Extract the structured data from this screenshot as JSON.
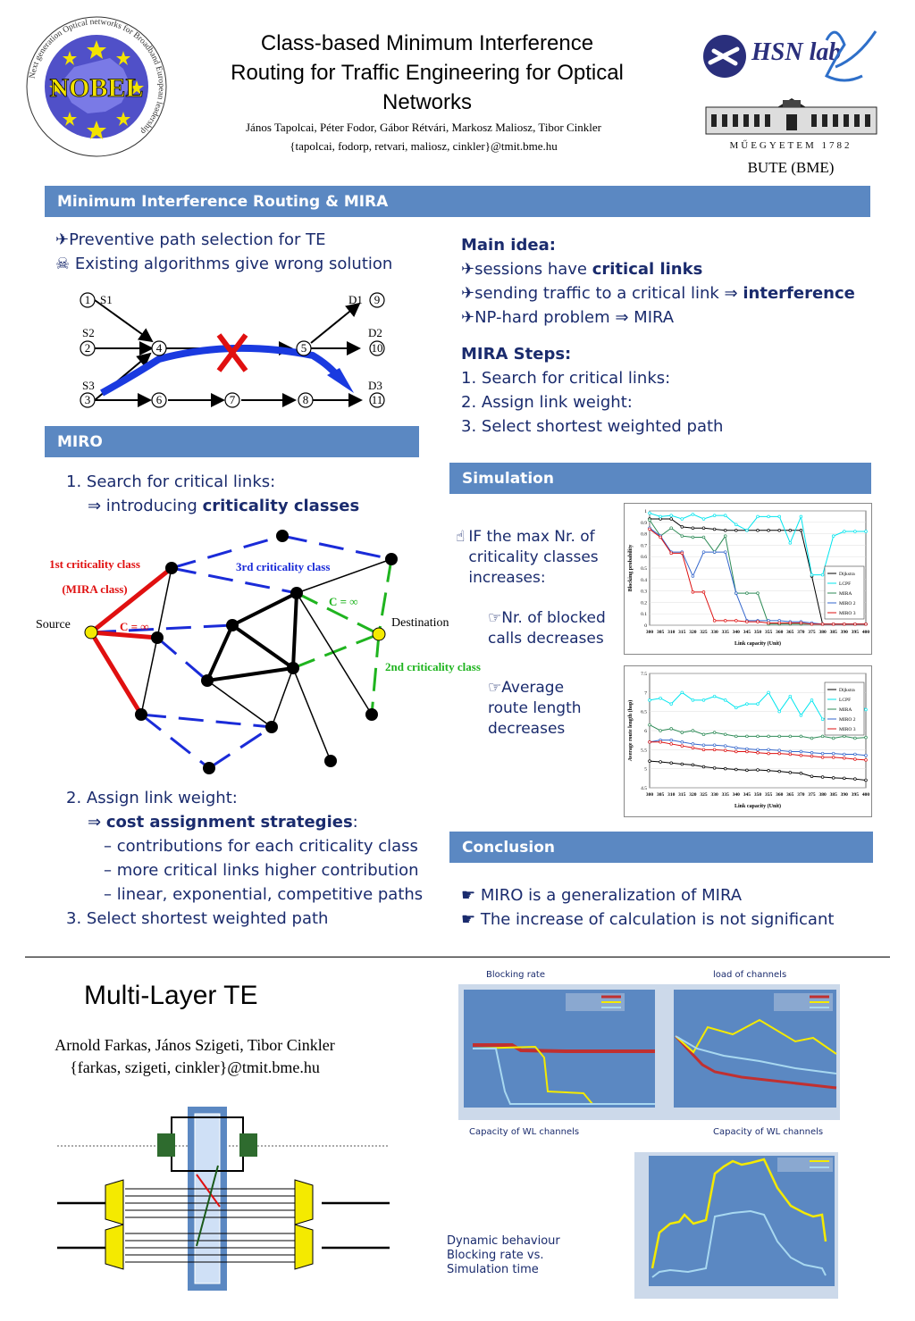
{
  "header": {
    "title_lines": [
      "Class-based Minimum Interference",
      "Routing for Traffic Engineering for Optical",
      "Networks"
    ],
    "authors": "János Tapolcai, Péter Fodor, Gábor Rétvári, Markosz Maliosz, Tibor Cinkler",
    "emails": "{tapolcai, fodorp, retvari, maliosz, cinkler}@tmit.bme.hu",
    "affiliation": "BUTE (BME)",
    "logo_left_text": "NOBEL",
    "logo_left_ring": "Next generation Optical networks for Broadband European leadership",
    "logo_right_top": "HSN lab",
    "logo_right_bottom": "MŰEGYETEM 1782",
    "accent_color": "#5b88c2",
    "text_color": "#1a2b6d"
  },
  "sections": {
    "mir": {
      "title": "Minimum Interference Routing & MIRA",
      "bullets": [
        {
          "icon": "airplane-icon",
          "text": "Preventive path selection for TE"
        },
        {
          "icon": "skull-icon",
          "text": "Existing algorithms give wrong solution"
        }
      ],
      "main_idea_title": "Main idea:",
      "main_idea": [
        {
          "pre": "sessions have ",
          "bold": "critical links",
          "post": ""
        },
        {
          "pre": "sending traffic to a critical link  ⇒  ",
          "bold": "interference",
          "post": ""
        },
        {
          "pre": "NP-hard problem ⇒ MIRA",
          "bold": "",
          "post": ""
        }
      ],
      "steps_title": "MIRA Steps:",
      "steps": [
        "1. Search for critical links:",
        "2. Assign link weight:",
        "3. Select shortest weighted path"
      ],
      "graph_labels": {
        "nodes": [
          "1",
          "2",
          "3",
          "4",
          "5",
          "6",
          "7",
          "8",
          "9",
          "10",
          "11"
        ],
        "s1": "S1",
        "s2": "S2",
        "s3": "S3",
        "d1": "D1",
        "d2": "D2",
        "d3": "D3"
      }
    },
    "miro": {
      "title": "MIRO",
      "step1": "1. Search for critical links:",
      "step1_sub_pre": "⇒ introducing ",
      "step1_sub_bold": "criticality classes",
      "step2": "2. Assign link weight:",
      "step2_sub_pre": "⇒ ",
      "step2_sub_bold": "cost assignment strategies",
      "step2_sub_post": ":",
      "dash_items": [
        "– contributions for each criticality class",
        "– more critical links higher contribution",
        "– linear, exponential, competitive paths"
      ],
      "step3": "3. Select shortest weighted path",
      "diagram": {
        "class1": "1st criticality class",
        "class1b": "(MIRA class)",
        "class2": "2nd criticality class",
        "class3": "3rd criticality class",
        "c_inf": "C = ∞",
        "source": "Source",
        "destination": "Destination"
      }
    },
    "simulation": {
      "title": "Simulation",
      "text1": "IF the max Nr. of criticality classes increases:",
      "text2": "Nr. of blocked calls decreases",
      "text3": "Average route length decreases"
    },
    "conclusion": {
      "title": "Conclusion",
      "items": [
        "MIRO is a generalization of MIRA",
        "The increase of calculation is not significant"
      ]
    },
    "mlte": {
      "title": "Multi-Layer TE",
      "authors": "Arnold Farkas, János Szigeti, Tibor Cinkler",
      "emails": "{farkas, szigeti, cinkler}@tmit.bme.hu",
      "blocking_rate_title": "Blocking rate",
      "load_title": "load of channels",
      "xlabel1": "Capacity of WL channels",
      "xlabel2": "Capacity of WL channels",
      "dynamic_caption": [
        "Dynamic behaviour",
        "Blocking rate vs.",
        "Simulation time"
      ]
    }
  },
  "chart_data": [
    {
      "type": "line",
      "xlabel": "Link capacity (Unit)",
      "ylabel": "Blocking probability",
      "x": [
        300,
        305,
        310,
        315,
        320,
        325,
        330,
        335,
        340,
        345,
        350,
        355,
        360,
        365,
        370,
        375,
        380,
        385,
        390,
        395,
        400
      ],
      "ylim": [
        0,
        1
      ],
      "yticks": [
        0,
        0.1,
        0.2,
        0.3,
        0.4,
        0.5,
        0.6,
        0.7,
        0.8,
        0.9,
        1
      ],
      "series": [
        {
          "name": "Dijkstra",
          "color": "#000000",
          "values": [
            0.93,
            0.93,
            0.93,
            0.86,
            0.85,
            0.85,
            0.84,
            0.83,
            0.83,
            0.83,
            0.83,
            0.83,
            0.83,
            0.83,
            0.83,
            0.43,
            0.01,
            0.01,
            0.01,
            0.01,
            0.01
          ]
        },
        {
          "name": "LCPF",
          "color": "#00e5ee",
          "values": [
            0.98,
            0.95,
            0.96,
            0.93,
            0.97,
            0.93,
            0.96,
            0.96,
            0.88,
            0.83,
            0.95,
            0.95,
            0.95,
            0.72,
            0.95,
            0.44,
            0.44,
            0.78,
            0.82,
            0.82,
            0.82
          ]
        },
        {
          "name": "MIRA",
          "color": "#2e8b57",
          "values": [
            0.92,
            0.78,
            0.85,
            0.78,
            0.77,
            0.77,
            0.64,
            0.78,
            0.28,
            0.28,
            0.28,
            0.01,
            0.01,
            0.01,
            0.01,
            0.01,
            0.01,
            0.01,
            0.01,
            0.01,
            0.01
          ]
        },
        {
          "name": "MIRO 2",
          "color": "#3366cc",
          "values": [
            0.85,
            0.78,
            0.64,
            0.64,
            0.43,
            0.64,
            0.64,
            0.64,
            0.28,
            0.04,
            0.04,
            0.04,
            0.04,
            0.03,
            0.03,
            0.02,
            0.01,
            0.01,
            0.01,
            0.01,
            0.01
          ]
        },
        {
          "name": "MIRO 3",
          "color": "#dd1111",
          "values": [
            0.84,
            0.77,
            0.63,
            0.63,
            0.29,
            0.29,
            0.04,
            0.04,
            0.04,
            0.03,
            0.03,
            0.02,
            0.02,
            0.02,
            0.02,
            0.01,
            0.01,
            0.01,
            0.01,
            0.01,
            0.01
          ]
        }
      ]
    },
    {
      "type": "line",
      "xlabel": "Link capacity (Unit)",
      "ylabel": "Average route length (hop)",
      "x": [
        300,
        305,
        310,
        315,
        320,
        325,
        330,
        335,
        340,
        345,
        350,
        355,
        360,
        365,
        370,
        375,
        380,
        385,
        390,
        395,
        400
      ],
      "ylim": [
        4.5,
        7.5
      ],
      "yticks": [
        4.5,
        5,
        5.5,
        6,
        6.5,
        7,
        7.5
      ],
      "series": [
        {
          "name": "Dijkstra",
          "color": "#000000",
          "values": [
            5.2,
            5.18,
            5.15,
            5.12,
            5.1,
            5.05,
            5.02,
            5.0,
            4.98,
            4.96,
            4.97,
            4.95,
            4.93,
            4.9,
            4.88,
            4.8,
            4.78,
            4.76,
            4.75,
            4.73,
            4.7
          ]
        },
        {
          "name": "LCPF",
          "color": "#00e5ee",
          "values": [
            6.8,
            6.85,
            6.7,
            7.0,
            6.8,
            6.8,
            6.9,
            6.8,
            6.6,
            6.7,
            6.7,
            7.0,
            6.5,
            6.9,
            6.4,
            6.8,
            6.3,
            6.4,
            6.9,
            6.8,
            6.55
          ]
        },
        {
          "name": "MIRA",
          "color": "#2e8b57",
          "values": [
            6.15,
            6.0,
            6.05,
            5.95,
            6.0,
            5.9,
            5.95,
            5.9,
            5.85,
            5.85,
            5.85,
            5.85,
            5.85,
            5.85,
            5.85,
            5.8,
            5.85,
            5.8,
            5.85,
            5.8,
            5.82
          ]
        },
        {
          "name": "MIRO 2",
          "color": "#3366cc",
          "values": [
            5.7,
            5.75,
            5.75,
            5.7,
            5.65,
            5.62,
            5.62,
            5.6,
            5.55,
            5.52,
            5.5,
            5.5,
            5.48,
            5.45,
            5.45,
            5.42,
            5.4,
            5.4,
            5.38,
            5.38,
            5.35
          ]
        },
        {
          "name": "MIRO 3",
          "color": "#dd1111",
          "values": [
            5.7,
            5.7,
            5.65,
            5.6,
            5.55,
            5.5,
            5.5,
            5.48,
            5.45,
            5.45,
            5.42,
            5.4,
            5.4,
            5.38,
            5.35,
            5.33,
            5.3,
            5.3,
            5.28,
            5.25,
            5.23
          ]
        }
      ]
    }
  ]
}
